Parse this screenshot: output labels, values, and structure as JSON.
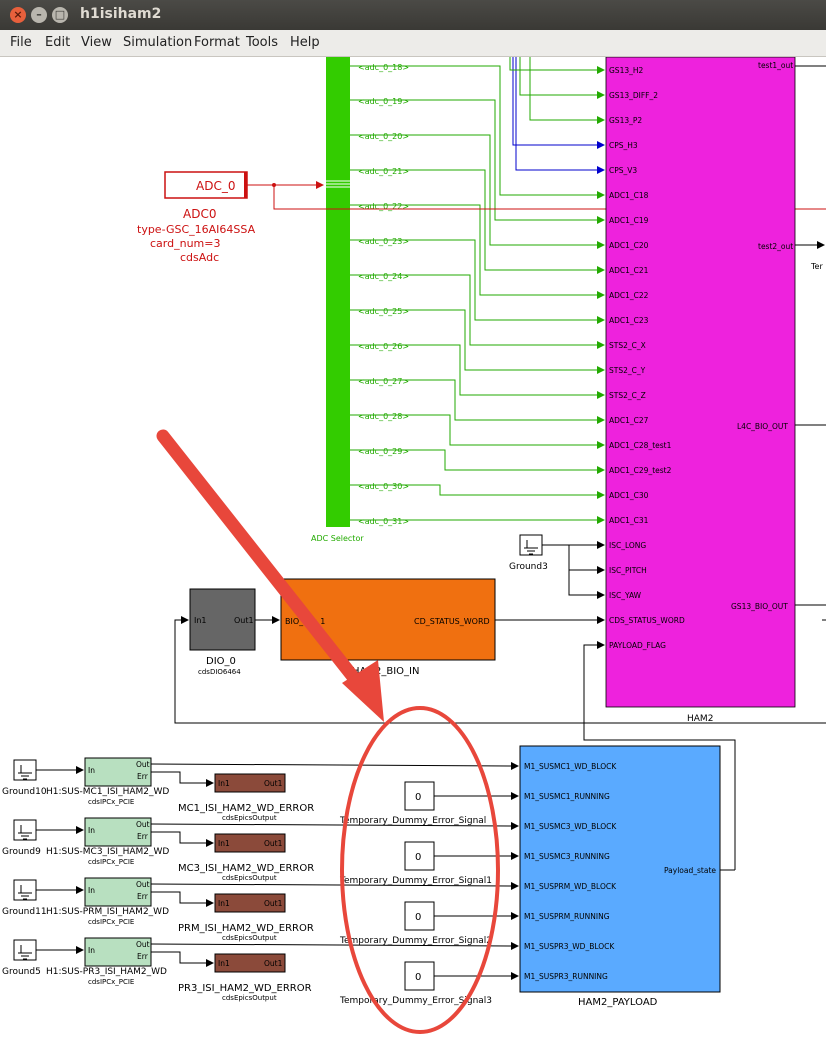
{
  "window": {
    "title": "h1isiham2"
  },
  "menu": [
    "File",
    "Edit",
    "View",
    "Simulation",
    "Format",
    "Tools",
    "Help"
  ],
  "adc_block": {
    "name": "ADC_0",
    "label": "ADC0",
    "type": "type-GSC_16AI64SSA",
    "card": "card_num=3",
    "lib": "cdsAdc"
  },
  "selector": {
    "label": "ADC Selector",
    "outputs": [
      "<adc_0_18>",
      "<adc_0_19>",
      "<adc_0_20>",
      "<adc_0_21>",
      "<adc_0_22>",
      "<adc_0_23>",
      "<adc_0_24>",
      "<adc_0_25>",
      "<adc_0_26>",
      "<adc_0_27>",
      "<adc_0_28>",
      "<adc_0_29>",
      "<adc_0_30>",
      "<adc_0_31>"
    ]
  },
  "ham2": {
    "name": "HAM2",
    "inputs": [
      "GS13_H2",
      "GS13_DIFF_2",
      "GS13_P2",
      "CPS_H3",
      "CPS_V3",
      "ADC1_C18",
      "ADC1_C19",
      "ADC1_C20",
      "ADC1_C21",
      "ADC1_C22",
      "ADC1_C23",
      "STS2_C_X",
      "STS2_C_Y",
      "STS2_C_Z",
      "ADC1_C27",
      "ADC1_C28_test1",
      "ADC1_C29_test2",
      "ADC1_C30",
      "ADC1_C31",
      "ISC_LONG",
      "ISC_PITCH",
      "ISC_YAW",
      "CDS_STATUS_WORD",
      "PAYLOAD_FLAG"
    ],
    "outputs": [
      "test1_out",
      "test2_out",
      "L4C_BIO_OUT",
      "GS13_BIO_OUT"
    ]
  },
  "terminator_label": "Ter",
  "ground3": "Ground3",
  "dio": {
    "in": "In1",
    "out": "Out1",
    "name": "DIO_0",
    "lib": "cdsDIO6464"
  },
  "bio_in": {
    "in": "BIO_out_1",
    "out": "CD_STATUS_WORD",
    "name": "HAM2_BIO_IN"
  },
  "payload": {
    "name": "HAM2_PAYLOAD",
    "inputs": [
      "M1_SUSMC1_WD_BLOCK",
      "M1_SUSMC1_RUNNING",
      "M1_SUSMC3_WD_BLOCK",
      "M1_SUSMC3_RUNNING",
      "M1_SUSPRM_WD_BLOCK",
      "M1_SUSPRM_RUNNING",
      "M1_SUSPR3_WD_BLOCK",
      "M1_SUSPR3_RUNNING"
    ],
    "output": "Payload_state"
  },
  "wd_rows": [
    {
      "ground": "Ground10",
      "ipc": "H1:SUS-MC1_ISI_HAM2_WD",
      "err": "MC1_ISI_HAM2_WD_ERROR",
      "dummy": "Temporary_Dummy_Error_Signal"
    },
    {
      "ground": "Ground9",
      "ipc": "H1:SUS-MC3_ISI_HAM2_WD",
      "err": "MC3_ISI_HAM2_WD_ERROR",
      "dummy": "Temporary_Dummy_Error_Signal1"
    },
    {
      "ground": "Ground11",
      "ipc": "H1:SUS-PRM_ISI_HAM2_WD",
      "err": "PRM_ISI_HAM2_WD_ERROR",
      "dummy": "Temporary_Dummy_Error_Signal2"
    },
    {
      "ground": "Ground5",
      "ipc": "H1:SUS-PR3_ISI_HAM2_WD",
      "err": "PR3_ISI_HAM2_WD_ERROR",
      "dummy": "Temporary_Dummy_Error_Signal3"
    }
  ],
  "ipc_block": {
    "in": "In",
    "out": "Out",
    "err": "Err",
    "lib": "cdsIPCx_PCIE"
  },
  "epics_block": {
    "in": "In1",
    "out": "Out1",
    "lib": "cdsEpicsOutput"
  },
  "constant_value": "0",
  "colors": {
    "selector": "#33cc00",
    "ham2": "#ee22dd",
    "bio": "#f07010",
    "payload": "#5aaaff",
    "adc": "#cc1111",
    "annotation": "#e8473b",
    "wire_green": "#22aa00",
    "wire_blue": "#0000cc"
  }
}
